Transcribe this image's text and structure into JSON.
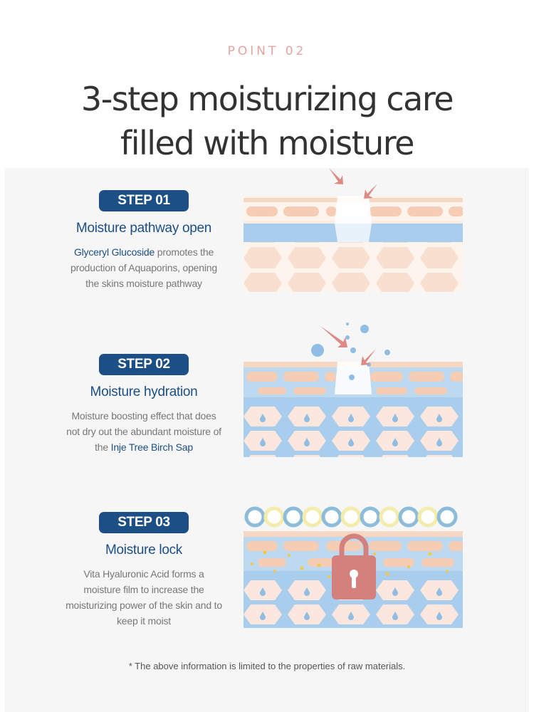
{
  "header": {
    "point_label": "POINT 02",
    "title_line1": "3-step moisturizing care",
    "title_line2": "filled with moisture"
  },
  "steps": [
    {
      "badge": "STEP 01",
      "title": "Moisture pathway open",
      "desc_highlight": "Glyceryl Glucoside",
      "desc_part1": " promotes the",
      "desc_line2": "production of Aquaporins, opening",
      "desc_line3": "the skins moisture pathway"
    },
    {
      "badge": "STEP 02",
      "title": "Moisture hydration",
      "desc_line1": "Moisture boosting effect that does",
      "desc_line2": "not dry out the abundant moisture of",
      "desc_prefix3": "the ",
      "desc_highlight": "Inje Tree Birch Sap"
    },
    {
      "badge": "STEP 03",
      "title": "Moisture lock",
      "desc_line1": "Vita Hyaluronic Acid  forms a",
      "desc_line2": "moisture film to increase the",
      "desc_line3": "moisturizing power of the skin and to",
      "desc_line4": "keep it moist"
    }
  ],
  "footnote": "* The above information is limited to the properties of raw materials.",
  "colors": {
    "brand_blue": "#1b4f86",
    "point_pink": "#e2a5a2",
    "skin_peach": "#f5cdb4",
    "moisture_blue": "#a9cdec",
    "lock_red": "#d4817e",
    "arrow_pink": "#de8a84"
  },
  "icons": {
    "arrow": "arrow-down-icon",
    "lock": "padlock-icon",
    "drop": "water-drop-icon"
  }
}
